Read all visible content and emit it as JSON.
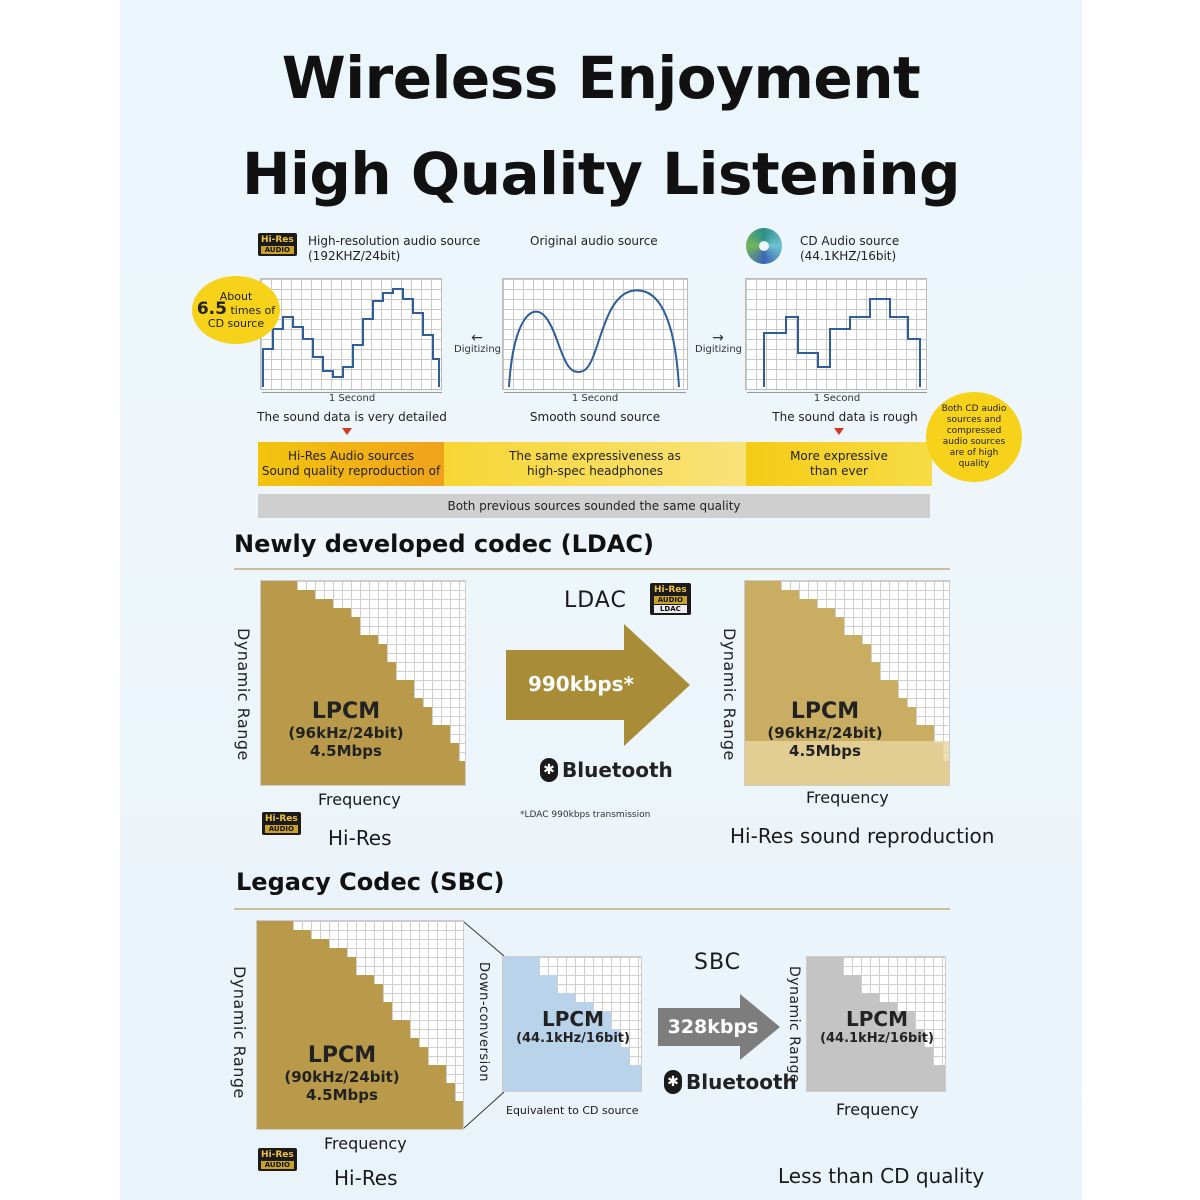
{
  "title": {
    "line1": "Wireless Enjoyment",
    "line2": "High Quality Listening"
  },
  "badges": {
    "hires_top": "Hi-Res",
    "hires_bottom": "AUDIO",
    "ldac_mid": "AUDIO",
    "ldac_bottom": "LDAC"
  },
  "top_section": {
    "left_label_line1": "High-resolution audio source",
    "left_label_line2": "(192KHZ/24bit)",
    "center_label": "Original audio source",
    "right_label_line1": "CD Audio source",
    "right_label_line2": "(44.1KHZ/16bit)",
    "bubble_left_line1": "About",
    "bubble_left_big": "6.5",
    "bubble_left_line2": "times of",
    "bubble_left_line3": "CD source",
    "digitizing_left": "Digitizing",
    "digitizing_right": "Digitizing",
    "one_second": "1 Second",
    "caption_left": "The sound data is very detailed",
    "caption_center": "Smooth sound source",
    "caption_right": "The sound data is rough",
    "bubble_right": "Both CD audio sources and compressed audio sources are of high quality",
    "band_left_line1": "Hi-Res Audio sources",
    "band_left_line2": "Sound quality reproduction of",
    "band_center_line1": "The same expressiveness as",
    "band_center_line2": "high-spec headphones",
    "band_right_line1": "More expressive",
    "band_right_line2": "than ever",
    "gray_band": "Both previous sources sounded the same quality"
  },
  "ldac_section": {
    "heading": "Newly developed codec (LDAC)",
    "axis_y": "Dynamic Range",
    "axis_x": "Frequency",
    "lpcm": "LPCM",
    "spec": "(96kHz/24bit)",
    "rate": "4.5Mbps",
    "codec_label": "LDAC",
    "arrow_value": "990kbps*",
    "bluetooth": "Bluetooth",
    "footnote": "*LDAC 990kbps transmission",
    "left_caption": "Hi-Res",
    "right_caption": "Hi-Res sound reproduction"
  },
  "sbc_section": {
    "heading": "Legacy Codec (SBC)",
    "axis_y": "Dynamic Range",
    "axis_x": "Frequency",
    "lpcm": "LPCM",
    "spec_left": "(90kHz/24bit)",
    "rate_left": "4.5Mbps",
    "down_conversion": "Down-conversion",
    "spec_cd": "(44.1kHz/16bit)",
    "cd_caption": "Equivalent to CD source",
    "codec_label": "SBC",
    "arrow_value": "328kbps",
    "bluetooth": "Bluetooth",
    "left_caption": "Hi-Res",
    "right_caption": "Less than CD quality"
  },
  "colors": {
    "gold": "#b89a4a",
    "gold_dark": "#9f8330",
    "yellow": "#f6d21a",
    "blue_fill": "#b9d4ea",
    "gray_fill": "#c4c4c4",
    "wave": "#2f5f9a"
  }
}
